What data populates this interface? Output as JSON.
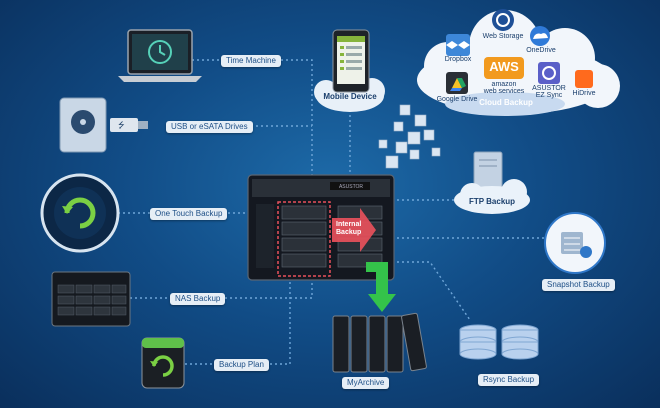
{
  "labels": {
    "time_machine": "Time Machine",
    "usb": "USB or eSATA Drives",
    "one_touch": "One Touch Backup",
    "nas": "NAS Backup",
    "backup_plan": "Backup Plan",
    "mobile": "Mobile Device",
    "ftp": "FTP Backup",
    "snapshot": "Snapshot Backup",
    "rsync": "Rsync Backup",
    "myarchive": "MyArchive",
    "internal_backup_line1": "Internal",
    "internal_backup_line2": "Backup"
  },
  "cloud": {
    "dropbox": "Dropbox",
    "web_storage": "Web Storage",
    "onedrive": "OneDrive",
    "aws_logo": "AWS",
    "aws_line1": "amazon",
    "aws_line2": "web services",
    "google_drive": "Google Drive",
    "asustor_line1": "ASUSTOR",
    "asustor_line2": "EZ Sync",
    "hidrive": "HiDrive",
    "cloud_backup": "Cloud Backup"
  },
  "nas_brand": "ASUSTOR",
  "colors": {
    "background": "#114c86",
    "connector": "#6fa6d8",
    "label_bg": "#e6eef6",
    "label_text": "#1e4f86",
    "internal_arrow": "#e8505b",
    "archive_arrow": "#34c34a"
  }
}
